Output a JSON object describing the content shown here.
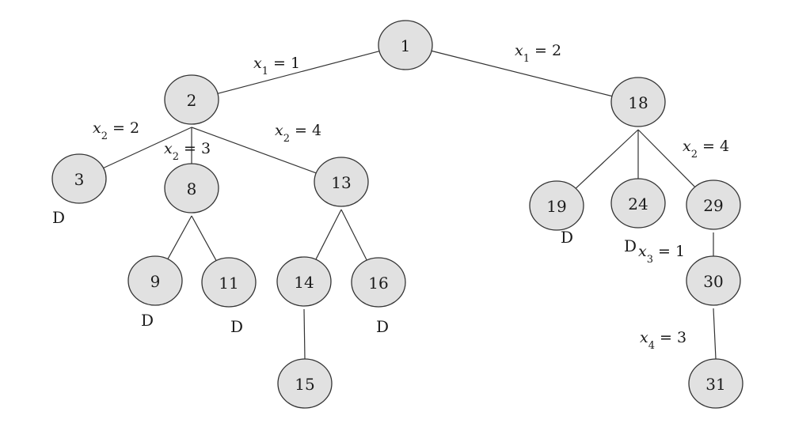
{
  "tree": {
    "nodes": [
      {
        "id": "1",
        "label": "1"
      },
      {
        "id": "2",
        "label": "2"
      },
      {
        "id": "3",
        "label": "3"
      },
      {
        "id": "8",
        "label": "8"
      },
      {
        "id": "9",
        "label": "9"
      },
      {
        "id": "11",
        "label": "11"
      },
      {
        "id": "13",
        "label": "13"
      },
      {
        "id": "14",
        "label": "14"
      },
      {
        "id": "15",
        "label": "15"
      },
      {
        "id": "16",
        "label": "16"
      },
      {
        "id": "18",
        "label": "18"
      },
      {
        "id": "19",
        "label": "19"
      },
      {
        "id": "24",
        "label": "24"
      },
      {
        "id": "29",
        "label": "29"
      },
      {
        "id": "30",
        "label": "30"
      },
      {
        "id": "31",
        "label": "31"
      }
    ],
    "edges": [
      {
        "from": "1",
        "to": "2"
      },
      {
        "from": "1",
        "to": "18"
      },
      {
        "from": "2",
        "to": "3"
      },
      {
        "from": "2",
        "to": "8"
      },
      {
        "from": "2",
        "to": "13"
      },
      {
        "from": "8",
        "to": "9"
      },
      {
        "from": "8",
        "to": "11"
      },
      {
        "from": "13",
        "to": "14"
      },
      {
        "from": "13",
        "to": "16"
      },
      {
        "from": "14",
        "to": "15"
      },
      {
        "from": "18",
        "to": "19"
      },
      {
        "from": "18",
        "to": "24"
      },
      {
        "from": "18",
        "to": "29"
      },
      {
        "from": "29",
        "to": "30"
      },
      {
        "from": "30",
        "to": "31"
      }
    ],
    "edge_labels": [
      {
        "var": "x",
        "sub": "1",
        "text": " = 1"
      },
      {
        "var": "x",
        "sub": "1",
        "text": " = 2"
      },
      {
        "var": "x",
        "sub": "2",
        "text": " = 2"
      },
      {
        "var": "x",
        "sub": "2",
        "text": " = 3"
      },
      {
        "var": "x",
        "sub": "2",
        "text": " = 4"
      },
      {
        "var": "x",
        "sub": "2",
        "text": " = 4"
      },
      {
        "var": "x",
        "sub": "3",
        "text": " = 1"
      },
      {
        "var": "x",
        "sub": "4",
        "text": " = 3"
      }
    ],
    "dead_marker": "D"
  }
}
